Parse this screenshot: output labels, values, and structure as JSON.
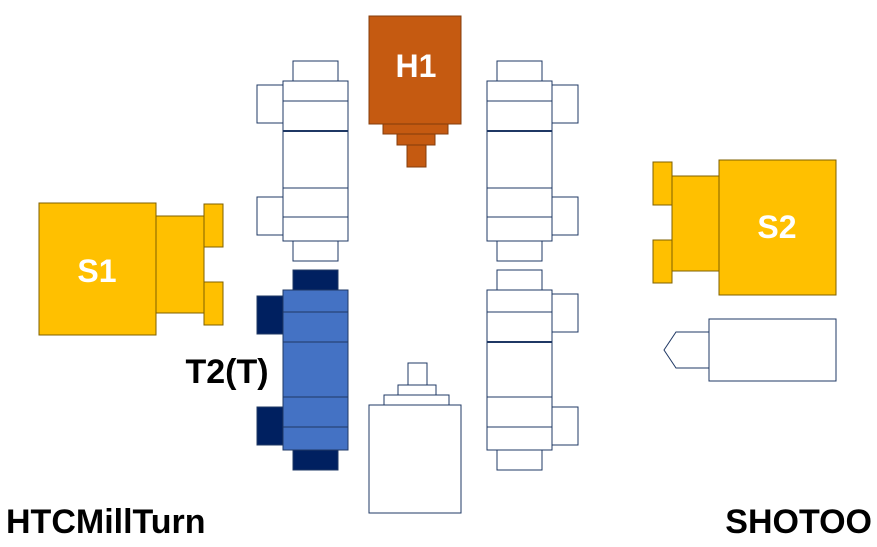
{
  "components": {
    "h1": {
      "label": "H1",
      "color": "#c55a11"
    },
    "s1": {
      "label": "S1",
      "color": "#ffc000"
    },
    "s2": {
      "label": "S2",
      "color": "#ffc000"
    },
    "t2": {
      "label": "T2(T)",
      "color": "#4472c4",
      "dark_color": "#002060"
    }
  },
  "footer": {
    "left_label": "HTCMillTurn",
    "right_label": "SHOTOO"
  },
  "colors": {
    "outline": "#1f3864",
    "background": "#ffffff"
  }
}
